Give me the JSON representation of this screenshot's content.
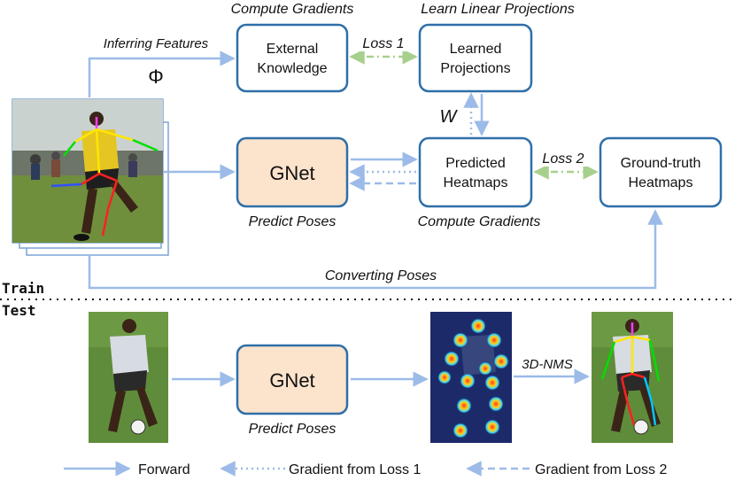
{
  "train_label": "Train",
  "test_label": "Test",
  "boxes": {
    "external_knowledge": [
      "External",
      "Knowledge"
    ],
    "learned_projections": [
      "Learned",
      "Projections"
    ],
    "gnet": "GNet",
    "predicted_heatmaps": [
      "Predicted",
      "Heatmaps"
    ],
    "ground_truth_heatmaps": [
      "Ground-truth",
      "Heatmaps"
    ],
    "gnet_test": "GNet"
  },
  "captions": {
    "compute_gradients_top": "Compute Gradients",
    "learn_linear_projections": "Learn Linear Projections",
    "inferring_features": "Inferring Features",
    "phi": "Φ",
    "loss1": "Loss 1",
    "loss2": "Loss 2",
    "w": "W",
    "predict_poses": "Predict Poses",
    "compute_gradients_bottom": "Compute Gradients",
    "converting_poses": "Converting Poses",
    "predict_poses_test": "Predict Poses",
    "nms": "3D-NMS"
  },
  "legend": {
    "forward": "Forward",
    "gradient_loss1": "Gradient from Loss 1",
    "gradient_loss2": "Gradient from Loss 2"
  },
  "colors": {
    "arrow": "#9dbbe8",
    "box_border": "#2f6fa8",
    "gnet_fill": "#fbe3cc",
    "loss_green": "#a8d08d",
    "grass": "#5f8c3a",
    "jersey": "#e5c521",
    "heatmap_bg": "#1d2a6a"
  }
}
